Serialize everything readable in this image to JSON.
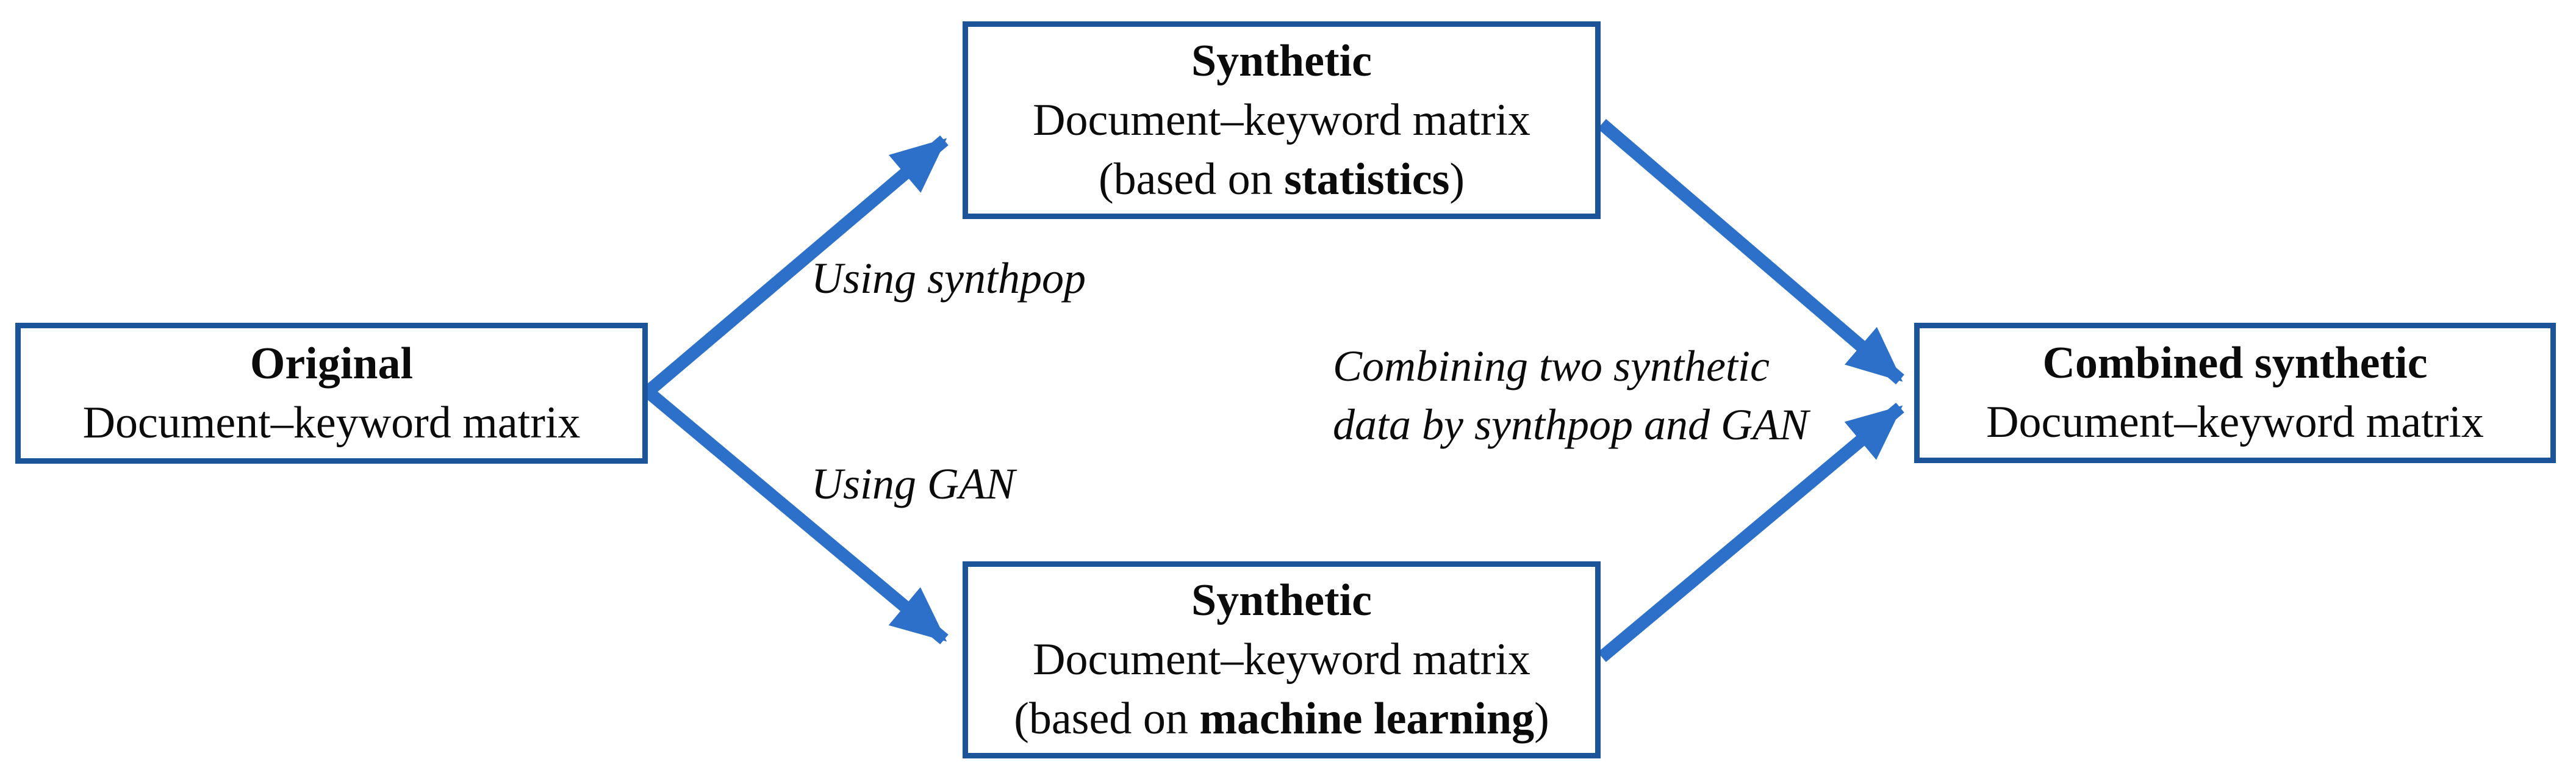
{
  "colors": {
    "arrow": "#2D70C9",
    "box_border": "#1B5499",
    "text": "#0B0B0B",
    "background": "#FFFFFF"
  },
  "nodes": {
    "original": {
      "title": "Original",
      "subtitle": "Document–keyword matrix"
    },
    "synthetic_statistics": {
      "title": "Synthetic",
      "subtitle": "Document–keyword matrix",
      "note_prefix": "(based on ",
      "note_bold": "statistics",
      "note_suffix": ")"
    },
    "synthetic_ml": {
      "title": "Synthetic",
      "subtitle": "Document–keyword matrix",
      "note_prefix": "(based on ",
      "note_bold": "machine learning",
      "note_suffix": ")"
    },
    "combined": {
      "title": "Combined synthetic",
      "subtitle": "Document–keyword matrix"
    }
  },
  "edge_labels": {
    "using_synthpop": "Using synthpop",
    "using_gan": "Using GAN",
    "combining_line1": "Combining two synthetic",
    "combining_line2": "data by synthpop and GAN"
  }
}
